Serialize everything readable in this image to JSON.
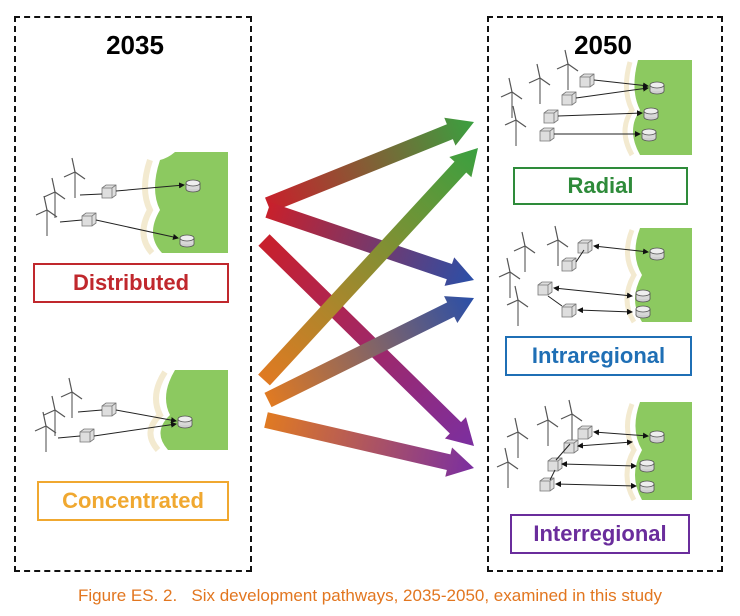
{
  "left_panel": {
    "year": "2035",
    "labels": [
      {
        "text": "Distributed",
        "color": "#c0282d"
      },
      {
        "text": "Concentrated",
        "color": "#f0a830"
      }
    ]
  },
  "right_panel": {
    "year": "2050",
    "labels": [
      {
        "text": "Radial",
        "color": "#2e8b3a"
      },
      {
        "text": "Intraregional",
        "color": "#1f6fb5"
      },
      {
        "text": "Interregional",
        "color": "#6a2d9c"
      }
    ]
  },
  "caption": "Figure ES. 2.   Six development pathways, 2035-2050, examined in this study",
  "colors": {
    "land": "#8cc960",
    "arrow_red": "#c8202b",
    "arrow_orange": "#e07a22",
    "arrow_green": "#3aa040",
    "arrow_blue": "#2a4fa8",
    "arrow_purple": "#7b2fa0"
  },
  "icons": [
    "wind-turbine-icon",
    "substation-icon",
    "onshore-node-icon"
  ]
}
